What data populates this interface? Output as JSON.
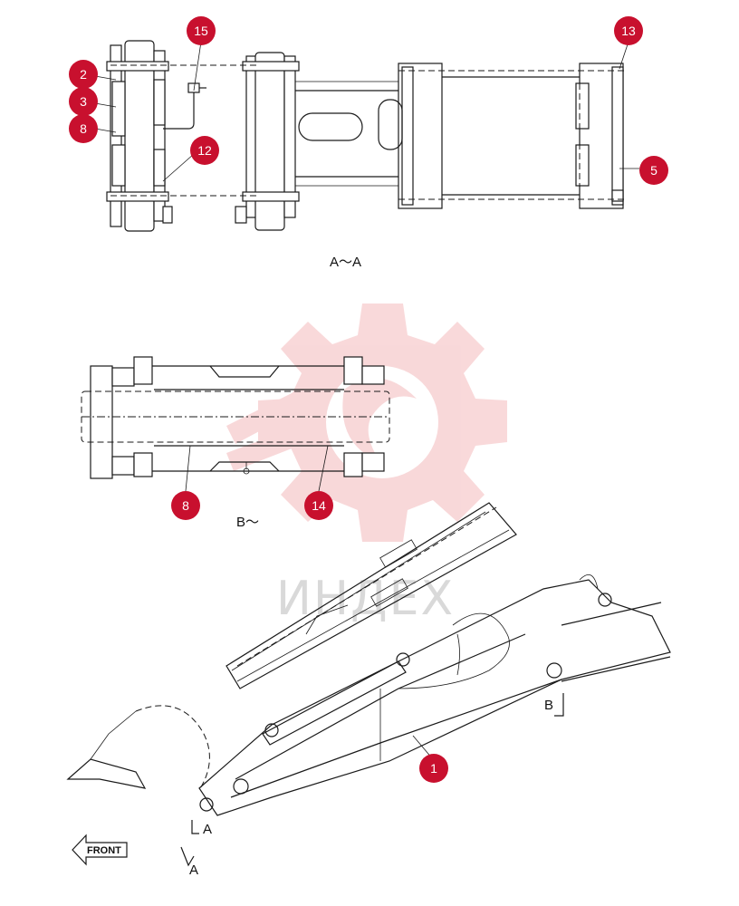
{
  "diagram": {
    "section_aa_label": "A～A",
    "section_b_label": "B～",
    "front_label": "FRONT",
    "section_mark_a": "A",
    "section_mark_b": "B",
    "watermark_text": "ИНДЕХ",
    "callout_color": "#c8102e",
    "watermark_color": "#f4b9bb",
    "callouts": [
      {
        "label": "15"
      },
      {
        "label": "13"
      },
      {
        "label": "2"
      },
      {
        "label": "3"
      },
      {
        "label": "8"
      },
      {
        "label": "12"
      },
      {
        "label": "5"
      },
      {
        "label": "8"
      },
      {
        "label": "14"
      },
      {
        "label": "1"
      }
    ]
  }
}
